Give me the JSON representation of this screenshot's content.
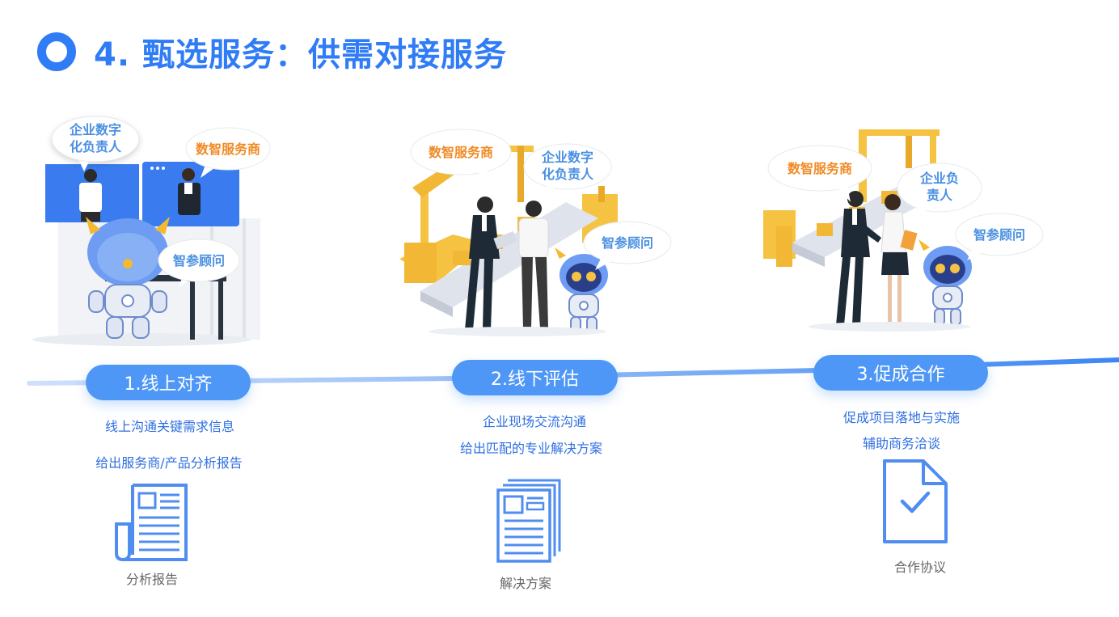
{
  "title": "4. 甄选服务：供需对接服务",
  "colors": {
    "accent": "#2f7cf6",
    "pill": "#4f97f6",
    "bubble_blue": "#4a90e2",
    "bubble_orange": "#f08a24"
  },
  "scenes": [
    {
      "bubbles": {
        "leader": "企业数字\n化负责人",
        "provider": "数智服务商",
        "advisor": "智参顾问"
      }
    },
    {
      "bubbles": {
        "provider": "数智服务商",
        "leader": "企业数字\n化负责人",
        "advisor": "智参顾问"
      }
    },
    {
      "bubbles": {
        "provider": "数智服务商",
        "leader": "企业负\n责人",
        "advisor": "智参顾问"
      }
    }
  ],
  "steps": [
    {
      "label": "1.线上对齐",
      "lines": [
        "线上沟通关键需求信息",
        "给出服务商/产品分析报告"
      ],
      "doc": "分析报告",
      "icon": "report-document-icon"
    },
    {
      "label": "2.线下评估",
      "lines": [
        "企业现场交流沟通",
        "给出匹配的专业解决方案"
      ],
      "doc": "解决方案",
      "icon": "stacked-documents-icon"
    },
    {
      "label": "3.促成合作",
      "lines": [
        "促成项目落地与实施",
        "辅助商务洽谈"
      ],
      "doc": "合作协议",
      "icon": "checked-document-icon"
    }
  ]
}
